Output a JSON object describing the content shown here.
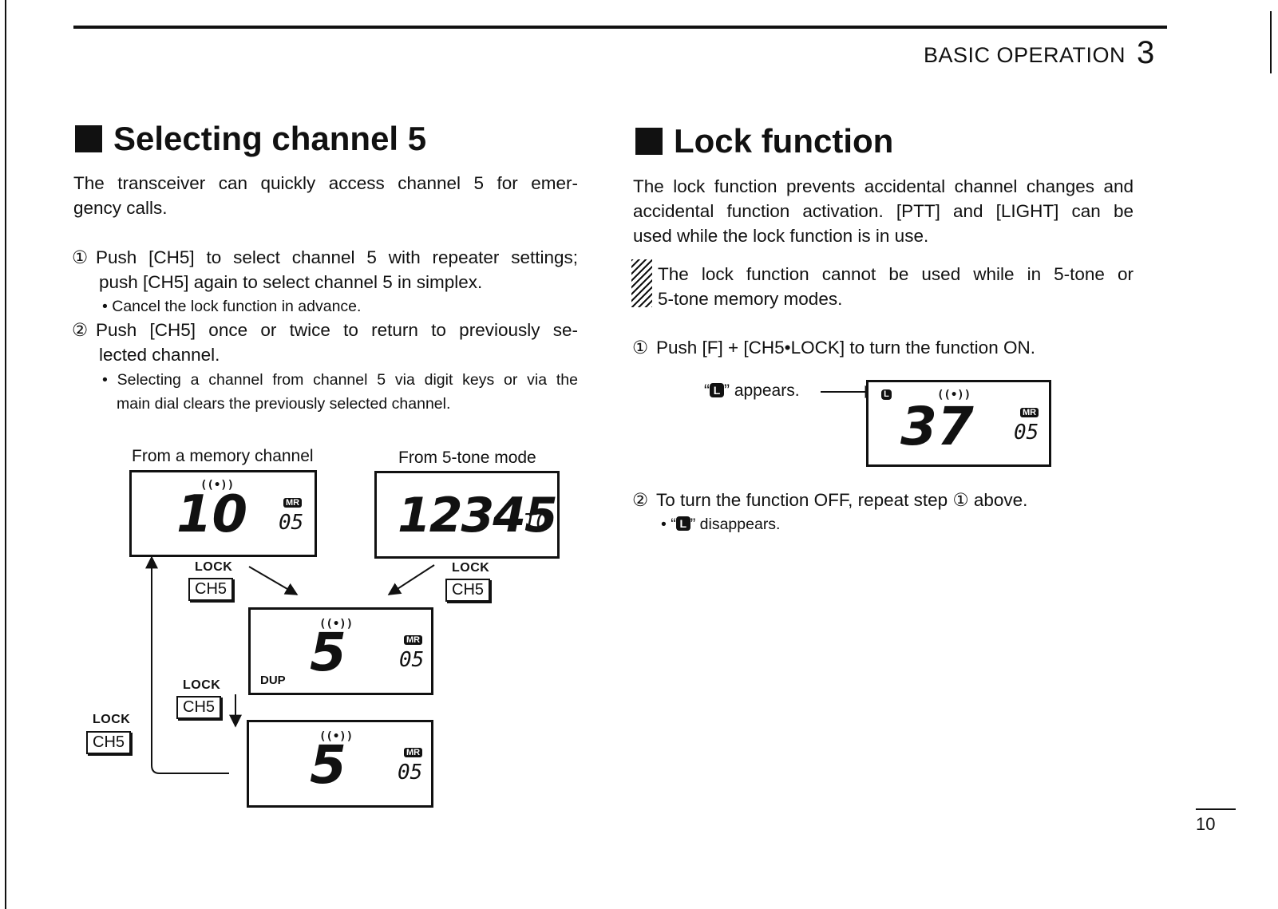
{
  "header": {
    "title": "BASIC OPERATION",
    "chapter": "3",
    "page_number": "10"
  },
  "left": {
    "title": "Selecting channel 5",
    "intro_line1": "The transceiver can quickly access channel 5 for emer-",
    "intro_line2": "gency calls.",
    "step1_num": "①",
    "step1_line1": "Push [CH5] to select channel 5 with repeater settings;",
    "step1_line2": "push [CH5] again to select channel 5 in simplex.",
    "step1_note": "• Cancel the lock function in advance.",
    "step2_num": "②",
    "step2_line1": "Push [CH5] once or twice to return to previously se-",
    "step2_line2": "lected channel.",
    "step2_note_line1": "• Selecting a channel from channel 5 via digit keys or via the",
    "step2_note_line2": "main dial clears the previously selected channel."
  },
  "diagram": {
    "caption_memory": "From a memory channel",
    "caption_tone": "From 5-tone mode",
    "signal": "((•))",
    "mr_badge": "MR",
    "display_memory_channel": "10",
    "display_memory_sub": "05",
    "display_tone_digits": "12345",
    "display_tone_suffix": "TO",
    "display_ch5_digit": "5",
    "display_ch5_sub": "05",
    "dup_label": "DUP",
    "key_lock_label": "LOCK",
    "key_label": "CH5"
  },
  "right": {
    "title": "Lock function",
    "intro_line1": "The lock function prevents accidental channel changes and",
    "intro_line2": "accidental function activation. [PTT] and [LIGHT] can be",
    "intro_line3": "used while the lock function is in use.",
    "note_line1": "The lock function cannot be used while in 5-tone or",
    "note_line2": "5-tone memory modes.",
    "step1_num": "①",
    "step1_text": "Push [F] + [CH5•LOCK] to turn the function ON.",
    "appears_open": "“",
    "appears_close": "” appears.",
    "lock_icon": "L",
    "display_channel": "37",
    "display_sub": "05",
    "step2_num": "②",
    "step2_text": "To turn the function OFF, repeat step ① above.",
    "disappears_open": "• “",
    "disappears_close": "” disappears."
  }
}
